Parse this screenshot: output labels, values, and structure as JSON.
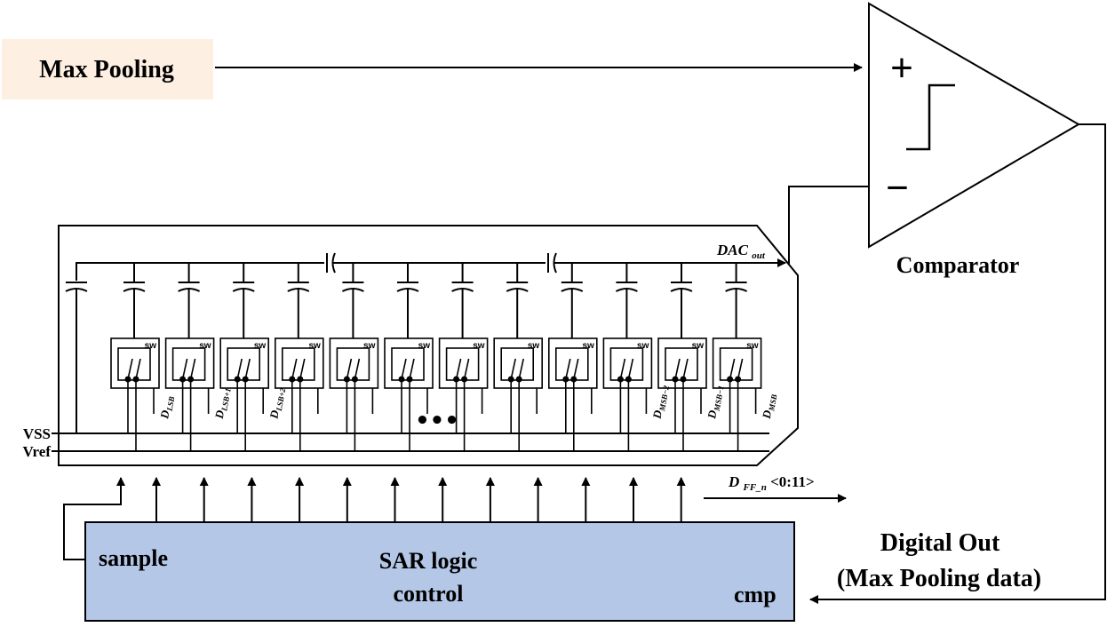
{
  "input_block": {
    "label": "Max Pooling",
    "fill": "#fdefe2"
  },
  "comparator": {
    "label": "Comparator",
    "plus": "+",
    "minus": "−"
  },
  "dac": {
    "output": {
      "base": "DAC",
      "sub": "out"
    },
    "rails": [
      "VSS",
      "Vref"
    ],
    "switch_label": "sw",
    "switch_count": 12,
    "ellipsis": "•••",
    "bit_labels": [
      {
        "base": "D",
        "sub": "LSB"
      },
      {
        "base": "D",
        "sub": "LSB+1"
      },
      {
        "base": "D",
        "sub": "LSB+2"
      },
      {
        "base": "D",
        "sub": "MSB−2"
      },
      {
        "base": "D",
        "sub": "MSB−1"
      },
      {
        "base": "D",
        "sub": "MSB"
      }
    ]
  },
  "dff_output": {
    "base": "D",
    "sub": "FF_n",
    "range": "<0:11>"
  },
  "digital_out": {
    "line1": "Digital Out",
    "line2": "(Max Pooling data)"
  },
  "sar_block": {
    "fill": "#b4c7e7",
    "sample_label": "sample",
    "title_line1": "SAR logic",
    "title_line2": "control",
    "cmp_label": "cmp"
  }
}
